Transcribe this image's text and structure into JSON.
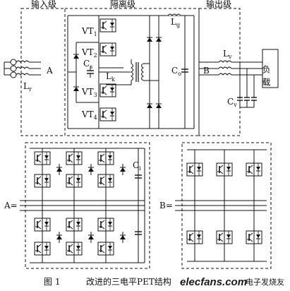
{
  "sections": {
    "input": "输入级",
    "isolation": "隔离级",
    "output": "输出级"
  },
  "labels": {
    "node_a": "A",
    "node_b": "B",
    "lr": "L",
    "lr_sub": "r",
    "lg": "L",
    "lg_sub": "g",
    "cs": "C",
    "cs_sub": "s",
    "lk": "L",
    "lk_sub": "k",
    "co": "C",
    "co_sub": "o",
    "lv": "L",
    "lv_sub": "v",
    "cv": "C",
    "cv_sub": "v",
    "ci": "C",
    "ci_sub": "i",
    "vt": "VT",
    "vt1_sub": "1",
    "vt2_sub": "2",
    "vt3_sub": "3",
    "vt4_sub": "4",
    "load": "负载",
    "a_eq": "A=",
    "b_eq": "B="
  },
  "caption": {
    "number": "图 1",
    "text": "改进的三电平PET结构"
  },
  "watermark": {
    "site": "elecfans.com",
    "cn": "电子发烧友"
  }
}
